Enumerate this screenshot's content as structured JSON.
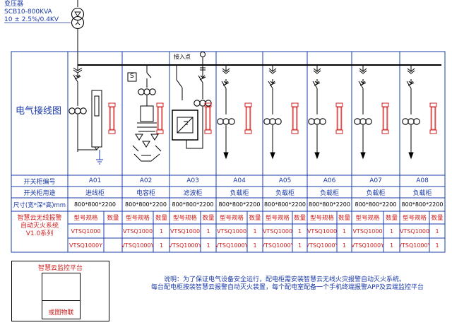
{
  "transformer": {
    "line1": "变压器",
    "line2": "SCB10-800KVA",
    "line3": "10 ± 2.5%/0.4KV"
  },
  "diagram_title": "电气接线图",
  "junction_label": "接入点",
  "capacitor_s_label": "S",
  "rows": {
    "cabinet_number_label": "开关柜编号",
    "cabinet_use_label": "开关柜用途",
    "size_label": "尺寸(宽*深*高)mm",
    "system_label": [
      "智慧云无线报警",
      "自动灭火系统",
      "V1.0系列"
    ]
  },
  "cabinets": [
    {
      "id": "A01",
      "use": "进线柜",
      "size": "800*800*2200"
    },
    {
      "id": "A02",
      "use": "电容柜",
      "size": "800*800*2200"
    },
    {
      "id": "A03",
      "use": "滤波柜",
      "size": "800*800*2200"
    },
    {
      "id": "A04",
      "use": "负载柜",
      "size": "800*800*2200"
    },
    {
      "id": "A05",
      "use": "负载柜",
      "size": "800*800*2200"
    },
    {
      "id": "A06",
      "use": "负载柜",
      "size": "800*800*2200"
    },
    {
      "id": "A07",
      "use": "负载柜",
      "size": "800*800*2200"
    },
    {
      "id": "A08",
      "use": "负载柜",
      "size": "800*800*2200"
    }
  ],
  "spec_table": {
    "model_header": "型号规格",
    "qty_header": "数量",
    "models": [
      "VTSQ1000",
      "VTSQ1000Y"
    ],
    "qty": "1"
  },
  "monitor": {
    "title": "智慧云监控平台",
    "caption": "或图物联"
  },
  "note": {
    "line1": "说明：为了保证电气设备安全运行，配电柜需安装智慧云无线火灾报警自动灭火系统。",
    "line2": "每台配电柜按装智慧云报警自动灭火装置，每个配电室配备一个手机终端报警APP及云端监控平台"
  },
  "colors": {
    "line": "#1a3aa8",
    "label": "#1a3aa8",
    "alarm": "#d01c1c",
    "device": "#000000"
  }
}
